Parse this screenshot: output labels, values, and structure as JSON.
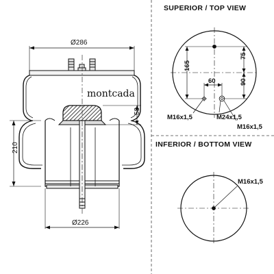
{
  "side_view": {
    "top_diameter": "Ø286",
    "bottom_diameter": "Ø226",
    "height": "210",
    "bumper_height": "58",
    "brand": "montcada"
  },
  "top_view": {
    "heading": "SUPERIOR / TOP VIEW",
    "dim_165": "165",
    "dim_75": "75",
    "dim_60": "60",
    "dim_90": "90",
    "thread_left": "M16x1,5",
    "thread_center": "M24x1,5",
    "thread_right": "M16x1,5"
  },
  "bottom_view": {
    "heading": "INFERIOR / BOTTOM VIEW",
    "thread": "M16x1,5"
  }
}
